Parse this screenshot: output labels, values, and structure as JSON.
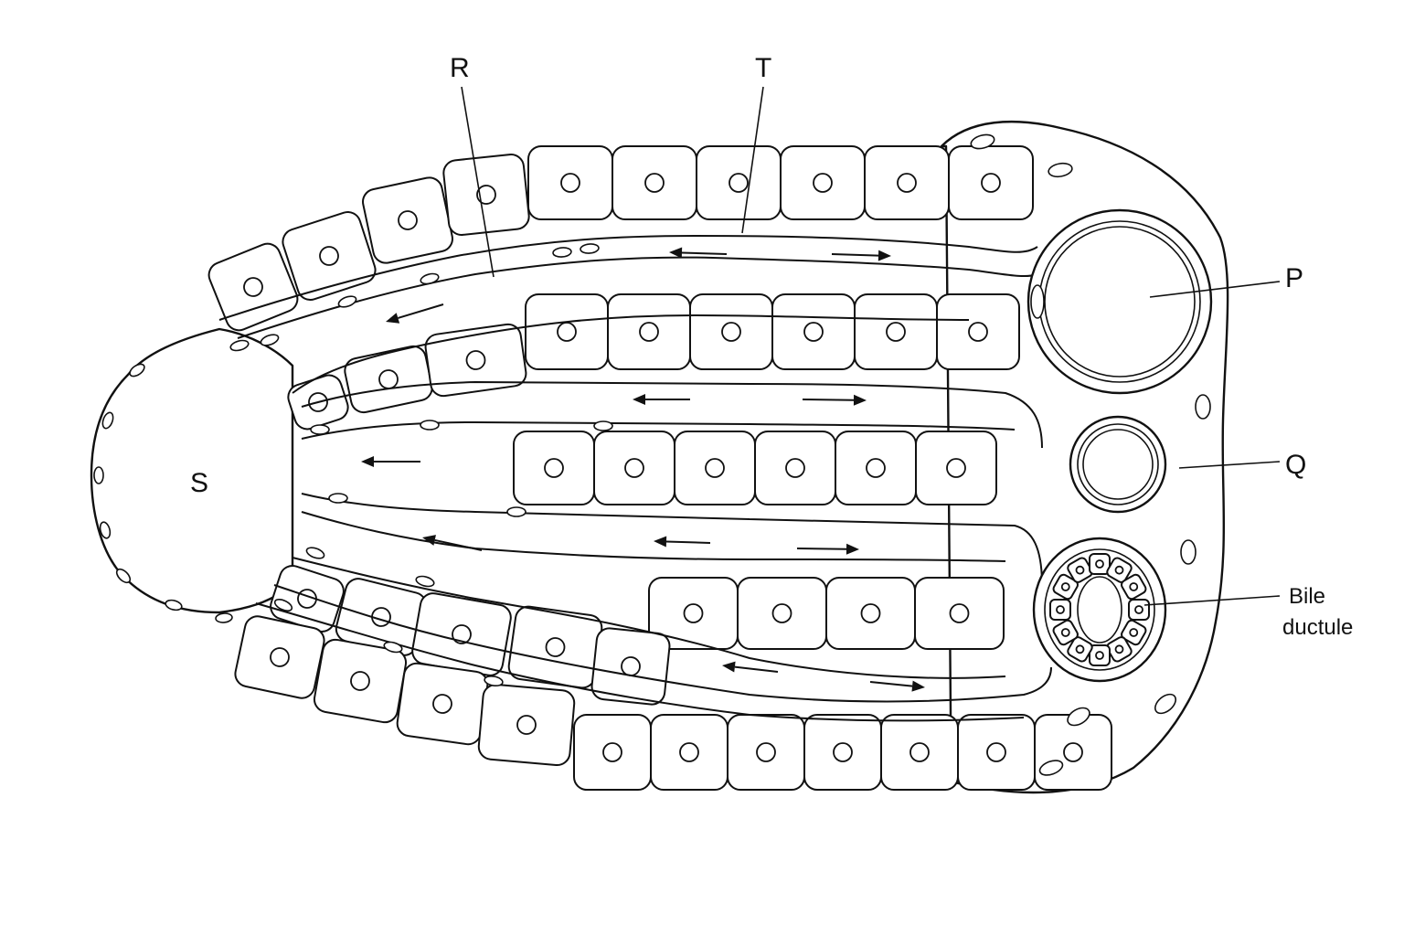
{
  "labels": {
    "R": "R",
    "T": "T",
    "P": "P",
    "Q": "Q",
    "S": "S",
    "bile_line1": "Bile",
    "bile_line2": "ductule"
  }
}
